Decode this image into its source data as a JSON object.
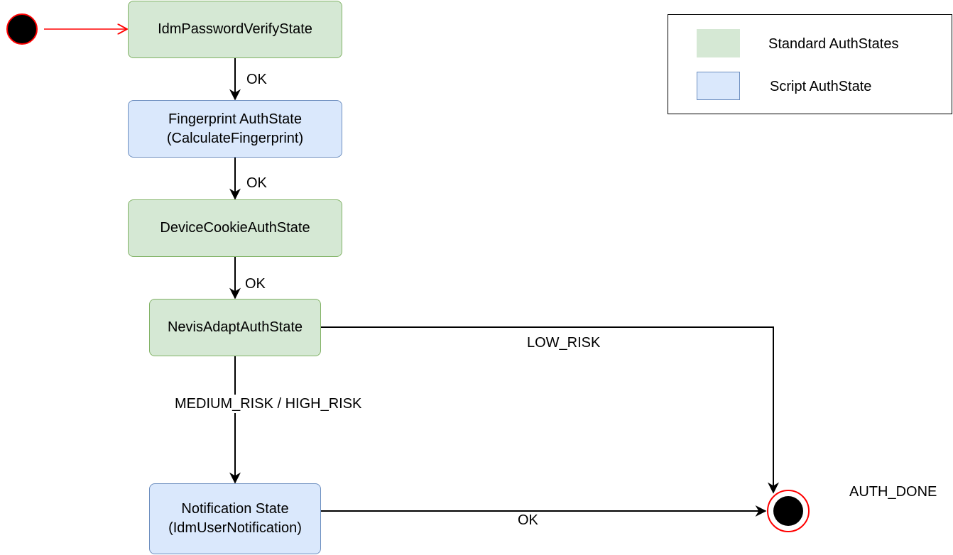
{
  "states": {
    "idm_password": {
      "label": "IdmPasswordVerifyState",
      "kind": "standard"
    },
    "fingerprint": {
      "line1": "Fingerprint AuthState",
      "line2": "(CalculateFingerprint)",
      "kind": "script"
    },
    "device_cookie": {
      "label": "DeviceCookieAuthState",
      "kind": "standard"
    },
    "nevis_adapt": {
      "label": "NevisAdaptAuthState",
      "kind": "standard"
    },
    "notification": {
      "line1": "Notification State",
      "line2": "(IdmUserNotification)",
      "kind": "script"
    }
  },
  "transitions": {
    "password_to_fingerprint": "OK",
    "fingerprint_to_device": "OK",
    "device_to_nevis": "OK",
    "nevis_to_done": "LOW_RISK",
    "nevis_to_notification": "MEDIUM_RISK / HIGH_RISK",
    "notification_to_done": "OK"
  },
  "end_state_label": "AUTH_DONE",
  "legend": {
    "standard": "Standard AuthStates",
    "script": "Script AuthState"
  },
  "colors": {
    "standard_fill": "#d5e8d4",
    "standard_stroke": "#82b366",
    "script_fill": "#dae8fc",
    "script_stroke": "#6c8ebf",
    "start_arrow": "#ff0000",
    "end_ring": "#ff0000"
  }
}
